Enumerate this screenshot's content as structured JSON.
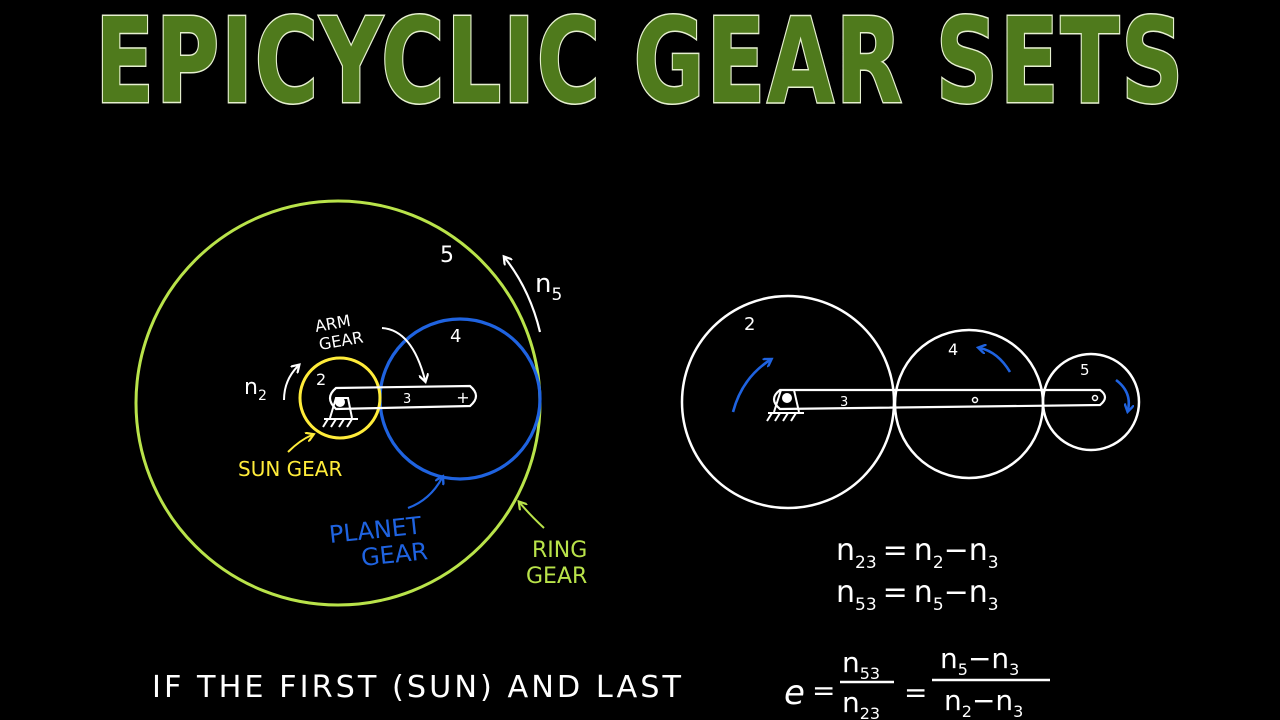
{
  "title": "EPICYCLIC GEAR SETS",
  "colors": {
    "title_fill": "#4f7a1c",
    "title_outline": "#e6f0d0",
    "ring": "#b9e34a",
    "sun": "#ffec3a",
    "planet": "#1f63e0",
    "ink": "#ffffff"
  },
  "left_diagram": {
    "ring_number": "5",
    "ring_speed_symbol": "n",
    "ring_speed_sub": "5",
    "planet_number": "4",
    "sun_number": "2",
    "arm_number": "3",
    "sun_speed_symbol": "n",
    "sun_speed_sub": "2",
    "arm_label_line1": "ARM",
    "arm_label_line2": "GEAR",
    "sun_label": "SUN GEAR",
    "planet_label_line1": "PLANET",
    "planet_label_line2": "GEAR",
    "ring_label_line1": "RING",
    "ring_label_line2": "GEAR"
  },
  "right_diagram": {
    "gear_a": "2",
    "gear_b": "4",
    "gear_c": "5",
    "arm_number": "3"
  },
  "equations": {
    "eq1_lhs": "n",
    "eq1_lhs_sub": "23",
    "eq1_rhs_a": "n",
    "eq1_rhs_a_sub": "2",
    "eq1_rhs_b": "n",
    "eq1_rhs_b_sub": "3",
    "eq2_lhs": "n",
    "eq2_lhs_sub": "53",
    "eq2_rhs_a": "n",
    "eq2_rhs_a_sub": "5",
    "eq2_rhs_b": "n",
    "eq2_rhs_b_sub": "3",
    "e_symbol": "e",
    "frac1_num": "n",
    "frac1_num_sub": "53",
    "frac1_den": "n",
    "frac1_den_sub": "23",
    "frac2_num_a": "n",
    "frac2_num_a_sub": "5",
    "frac2_num_b": "n",
    "frac2_num_b_sub": "3",
    "frac2_den_a": "n",
    "frac2_den_a_sub": "2",
    "frac2_den_b": "n",
    "frac2_den_b_sub": "3"
  },
  "bottom_text": "IF THE FIRST (SUN) AND LAST"
}
